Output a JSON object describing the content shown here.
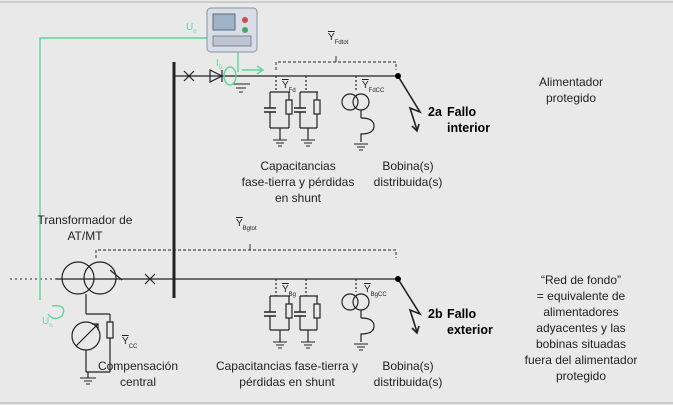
{
  "colors": {
    "background": "#e9e9e9",
    "green": "#5fd49a",
    "line": "#222222"
  },
  "labels": {
    "un_top_main": "U",
    "un_top_sub": "n",
    "un_bottom_main": "U",
    "un_bottom_sub": "n",
    "i0_main": "I",
    "i0_sub": "0",
    "yfdtot_main": "Y",
    "yfdtot_sub": "Fdtot",
    "yfd_main": "Y",
    "yfd_sub": "Fd",
    "yfdcc_main": "Y",
    "yfdcc_sub": "FdCC",
    "ybgtot_main": "Y",
    "ybgtot_sub": "Bgtot",
    "ybg_main": "Y",
    "ybg_sub": "Bg",
    "ybgcc_main": "Y",
    "ybgcc_sub": "BgCC",
    "ycc_main": "Y",
    "ycc_sub": "CC",
    "alimentador": "Alimentador\nprotegido",
    "fault_interior_num": "2a",
    "fault_interior_text": "Fallo\ninterior",
    "cap_top": "Capacitancias\nfase-tierra y pérdidas\nen shunt",
    "bobina_top": "Bobina(s)\ndistribuida(s)",
    "transformador": "Transformador de\nAT/MT",
    "red_fondo": "“Red de fondo”\n= equivalente de\nalimentadores\nadyacentes y las\nbobinas situadas\nfuera del alimentador\nprotegido",
    "fault_exterior_num": "2b",
    "fault_exterior_text": "Fallo\nexterior",
    "compensacion": "Compensación\ncentral",
    "cap_bottom": "Capacitancias fase-tierra y\npérdidas en shunt",
    "bobina_bottom": "Bobina(s)\ndistribuida(s)"
  }
}
